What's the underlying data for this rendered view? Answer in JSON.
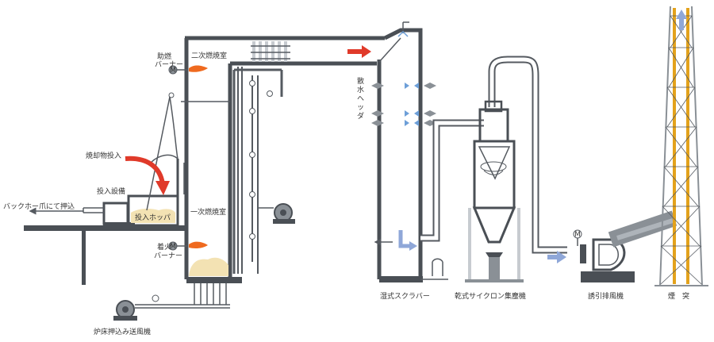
{
  "labels": {
    "secondary_combustion_chamber": "二次燃焼室",
    "auxiliary_burner": [
      "助燃",
      "バーナー"
    ],
    "incineration_input": "焼却物投入",
    "input_equipment": "投入設備",
    "input_hopper": "投入ホッパ",
    "backhoe_push": "バックホー爪にて押込",
    "primary_combustion_chamber": "一次燃焼室",
    "ignition_burner": [
      "着火",
      "バーナー"
    ],
    "floor_push_blower": "炉床押込み送風機",
    "water_spray_header": [
      "散",
      "水",
      "ヘ",
      "ッ",
      "ダ"
    ],
    "wet_scrubber": "湿式スクラバー",
    "dry_cyclone": "乾式サイクロン集塵機",
    "induced_draft_fan": "誘引排風機",
    "chimney": "煙　突"
  },
  "motor_symbol": "M",
  "colors": {
    "duct": "#555a60",
    "hot_gas_arrow": "#e03a2a",
    "clean_gas_arrow": "#8fa7d8",
    "chimney_frame": "#e3a21c",
    "hopper_fill": "#f3e2b3",
    "flame": "#ef6a1f",
    "water_spray": "#6d9fd8"
  },
  "icons": {
    "motor": "motor-icon",
    "flame": "flame-icon",
    "valve": "valve-icon",
    "spray": "spray-nozzle-icon",
    "arrow": "flow-arrow-icon"
  }
}
